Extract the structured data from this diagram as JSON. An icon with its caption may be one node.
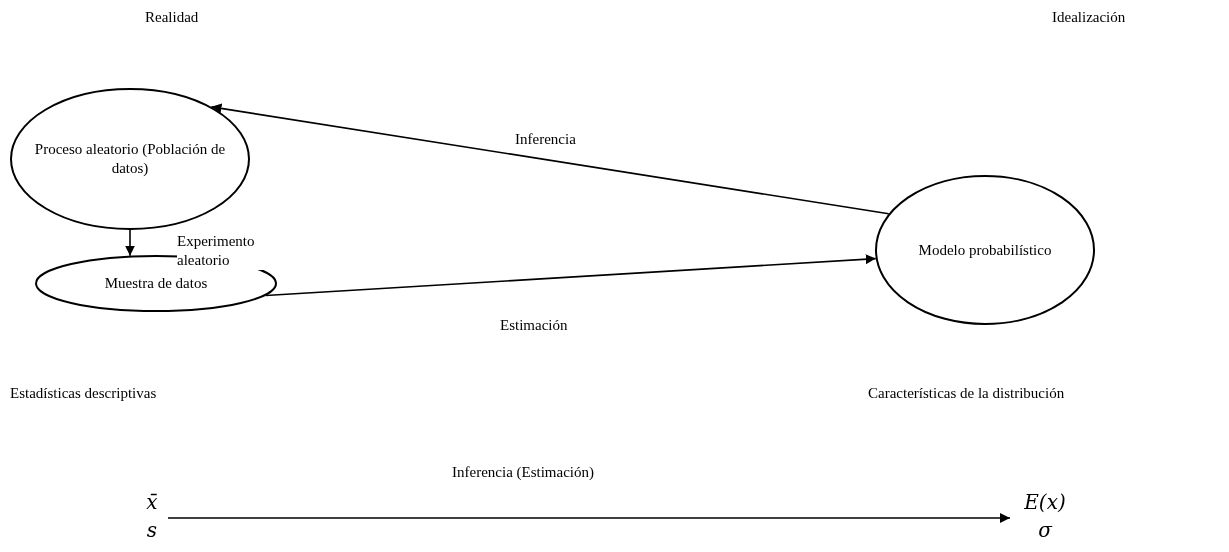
{
  "diagram": {
    "nodes": [
      {
        "text": [
          "Proceso aleatorio (Población de datos)"
        ]
      },
      {
        "text": [
          "Muestra de datos"
        ]
      },
      {
        "text": [
          "Modelo probabilístico"
        ]
      },
      {
        "text": [
          "x̄",
          "s"
        ]
      },
      {
        "text": [
          "E(x)",
          "σ"
        ]
      }
    ],
    "edges": [
      {
        "from": 2,
        "to": 0,
        "arrow": "to",
        "label": "Inferencia"
      },
      {
        "from": 0,
        "to": 1,
        "arrow": "to",
        "label": "Experimento aleatorio"
      },
      {
        "from": 1,
        "to": 2,
        "arrow": "to",
        "label": "Estimación"
      },
      {
        "from": 3,
        "to": 4,
        "arrow": "to",
        "label": "Inferencia (Estimación)"
      }
    ],
    "labels": [
      "Realidad",
      "Idealización",
      "Estadísticas descriptivas",
      "Características de la distribución"
    ]
  }
}
